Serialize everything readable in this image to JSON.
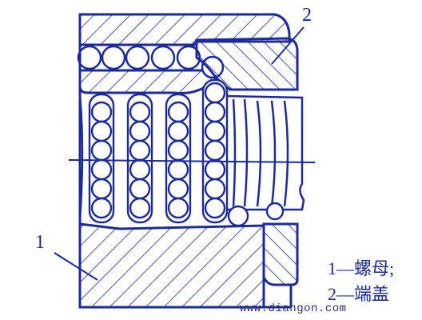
{
  "labels": {
    "end_cap_number": "2",
    "nut_number": "1"
  },
  "legend": [
    {
      "text": "1—螺母;"
    },
    {
      "text": "2—端盖"
    }
  ],
  "watermark": "www.diangon.com",
  "colors": {
    "line": "#1c2a9a",
    "background": "#ffffff"
  }
}
